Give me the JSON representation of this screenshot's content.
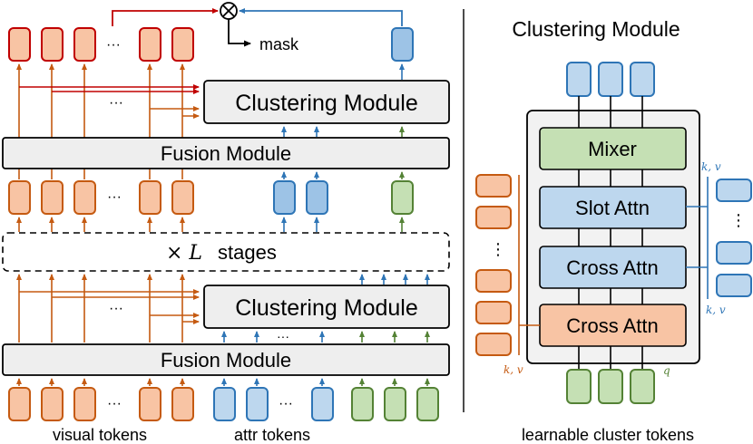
{
  "left": {
    "top_module": "Clustering Module",
    "fusion_top": "Fusion Module",
    "stages": "stages",
    "stages_multiplier": "× L",
    "bottom_module": "Clustering Module",
    "fusion_bottom": "Fusion Module",
    "mask_label": "mask",
    "ellipsis": "···",
    "visual_tokens_label": "visual tokens",
    "attr_tokens_label": "attr tokens"
  },
  "right": {
    "title": "Clustering Module",
    "mixer": "Mixer",
    "slot_attn": "Slot Attn",
    "cross_attn_1": "Cross Attn",
    "cross_attn_2": "Cross Attn",
    "kv_top": "k, v",
    "kv_bottom": "k, v",
    "kv_left": "k, v",
    "q_label": "q",
    "vertical_ellipsis": "⋮",
    "learnable_label": "learnable cluster tokens"
  },
  "colors": {
    "orange_fill": "#f8c4a4",
    "orange_stroke": "#c55a11",
    "blue_fill": "#bdd7ee",
    "blue_stroke": "#2e75b6",
    "blue_dark_fill": "#9dc3e6",
    "green_fill": "#c5e0b4",
    "green_stroke": "#548235",
    "red_stroke": "#c00000",
    "gray_fill": "#eeeeee"
  }
}
